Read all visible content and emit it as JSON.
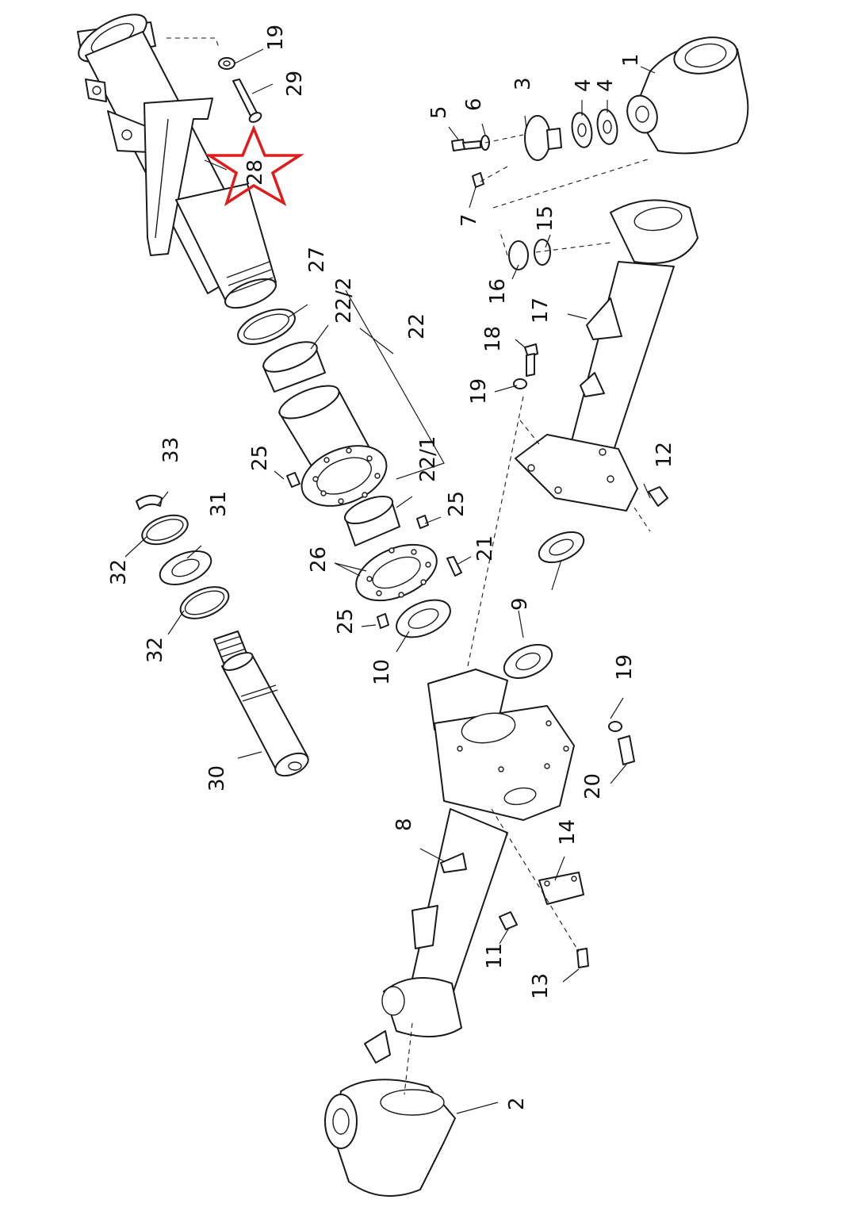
{
  "highlight": {
    "color": "#e01b1b",
    "shape": "five-point-star",
    "target_label": "28"
  },
  "line_color": "#1a1a1a",
  "callouts": [
    {
      "id": "c1",
      "text": "1"
    },
    {
      "id": "c2",
      "text": "2"
    },
    {
      "id": "c3",
      "text": "3"
    },
    {
      "id": "c4a",
      "text": "4"
    },
    {
      "id": "c4b",
      "text": "4"
    },
    {
      "id": "c5",
      "text": "5"
    },
    {
      "id": "c6",
      "text": "6"
    },
    {
      "id": "c7",
      "text": "7"
    },
    {
      "id": "c8",
      "text": "8"
    },
    {
      "id": "c9",
      "text": "9"
    },
    {
      "id": "c10",
      "text": "10"
    },
    {
      "id": "c11",
      "text": "11"
    },
    {
      "id": "c12",
      "text": "12"
    },
    {
      "id": "c13",
      "text": "13"
    },
    {
      "id": "c14",
      "text": "14"
    },
    {
      "id": "c15",
      "text": "15"
    },
    {
      "id": "c16",
      "text": "16"
    },
    {
      "id": "c17",
      "text": "17"
    },
    {
      "id": "c18",
      "text": "18"
    },
    {
      "id": "c19a",
      "text": "19"
    },
    {
      "id": "c19b",
      "text": "19"
    },
    {
      "id": "c19c",
      "text": "19"
    },
    {
      "id": "c20",
      "text": "20"
    },
    {
      "id": "c21",
      "text": "21"
    },
    {
      "id": "c22",
      "text": "22"
    },
    {
      "id": "c22_1",
      "text": "22/1"
    },
    {
      "id": "c22_2",
      "text": "22/2"
    },
    {
      "id": "c25a",
      "text": "25"
    },
    {
      "id": "c25b",
      "text": "25"
    },
    {
      "id": "c25c",
      "text": "25"
    },
    {
      "id": "c26",
      "text": "26"
    },
    {
      "id": "c27",
      "text": "27"
    },
    {
      "id": "c28",
      "text": "28"
    },
    {
      "id": "c29",
      "text": "29"
    },
    {
      "id": "c30",
      "text": "30"
    },
    {
      "id": "c31",
      "text": "31"
    },
    {
      "id": "c32a",
      "text": "32"
    },
    {
      "id": "c32b",
      "text": "32"
    },
    {
      "id": "c33",
      "text": "33"
    }
  ]
}
